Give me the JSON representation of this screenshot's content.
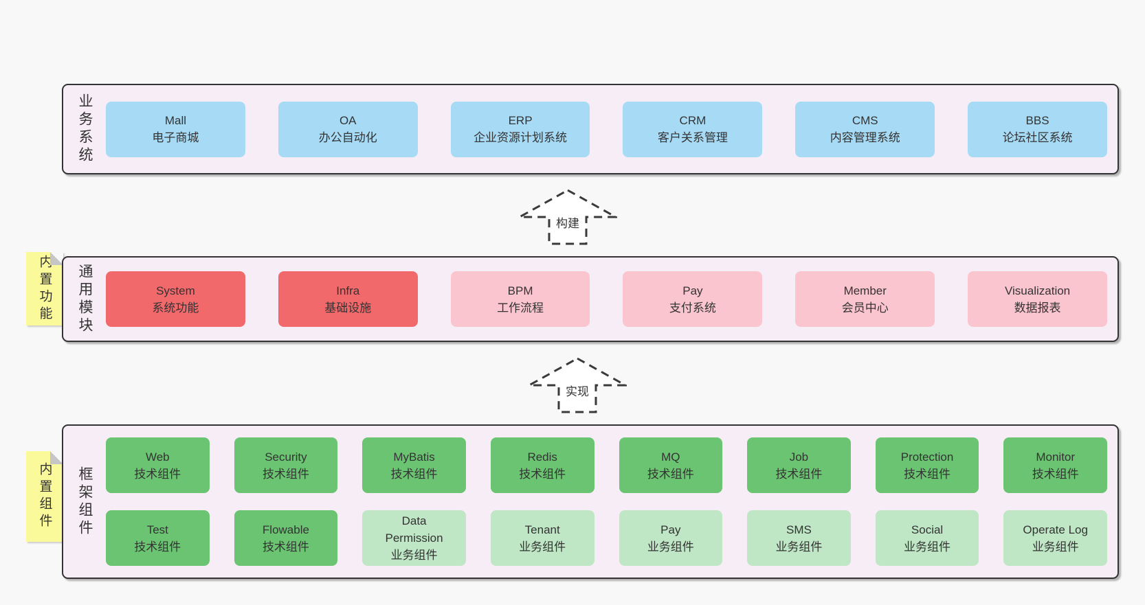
{
  "colors": {
    "page_bg": "#f8f8f8",
    "panel_bg": "#f7edf6",
    "panel_border": "#333333",
    "blue": "#a7daf5",
    "red": "#f2696c",
    "pink": "#fbc5cf",
    "green": "#6bc471",
    "green_light": "#bfe7c5",
    "yellow": "#fafa9a",
    "fold": "#c6c6c6",
    "text": "#333333",
    "arrow_fill": "#ffffff"
  },
  "arrows": [
    {
      "label": "构建"
    },
    {
      "label": "实现"
    }
  ],
  "notes": [
    {
      "text": "内置功能"
    },
    {
      "text": "内置组件"
    }
  ],
  "layers": [
    {
      "label": "业务系统",
      "rows": [
        [
          {
            "name": "Mall",
            "desc": "电子商城",
            "variant": "blue"
          },
          {
            "name": "OA",
            "desc": "办公自动化",
            "variant": "blue"
          },
          {
            "name": "ERP",
            "desc": "企业资源计划系统",
            "variant": "blue"
          },
          {
            "name": "CRM",
            "desc": "客户关系管理",
            "variant": "blue"
          },
          {
            "name": "CMS",
            "desc": "内容管理系统",
            "variant": "blue"
          },
          {
            "name": "BBS",
            "desc": "论坛社区系统",
            "variant": "blue"
          }
        ]
      ]
    },
    {
      "label": "通用模块",
      "rows": [
        [
          {
            "name": "System",
            "desc": "系统功能",
            "variant": "red"
          },
          {
            "name": "Infra",
            "desc": "基础设施",
            "variant": "red"
          },
          {
            "name": "BPM",
            "desc": "工作流程",
            "variant": "pink"
          },
          {
            "name": "Pay",
            "desc": "支付系统",
            "variant": "pink"
          },
          {
            "name": "Member",
            "desc": "会员中心",
            "variant": "pink"
          },
          {
            "name": "Visualization",
            "desc": "数据报表",
            "variant": "pink"
          }
        ]
      ]
    },
    {
      "label": "框架组件",
      "rows": [
        [
          {
            "name": "Web",
            "desc": "技术组件",
            "variant": "green"
          },
          {
            "name": "Security",
            "desc": "技术组件",
            "variant": "green"
          },
          {
            "name": "MyBatis",
            "desc": "技术组件",
            "variant": "green"
          },
          {
            "name": "Redis",
            "desc": "技术组件",
            "variant": "green"
          },
          {
            "name": "MQ",
            "desc": "技术组件",
            "variant": "green"
          },
          {
            "name": "Job",
            "desc": "技术组件",
            "variant": "green"
          },
          {
            "name": "Protection",
            "desc": "技术组件",
            "variant": "green"
          },
          {
            "name": "Monitor",
            "desc": "技术组件",
            "variant": "green"
          }
        ],
        [
          {
            "name": "Test",
            "desc": "技术组件",
            "variant": "green"
          },
          {
            "name": "Flowable",
            "desc": "技术组件",
            "variant": "green"
          },
          {
            "name": "Data Permission",
            "desc": "业务组件",
            "variant": "green-light"
          },
          {
            "name": "Tenant",
            "desc": "业务组件",
            "variant": "green-light"
          },
          {
            "name": "Pay",
            "desc": "业务组件",
            "variant": "green-light"
          },
          {
            "name": "SMS",
            "desc": "业务组件",
            "variant": "green-light"
          },
          {
            "name": "Social",
            "desc": "业务组件",
            "variant": "green-light"
          },
          {
            "name": "Operate Log",
            "desc": "业务组件",
            "variant": "green-light"
          }
        ]
      ]
    }
  ]
}
